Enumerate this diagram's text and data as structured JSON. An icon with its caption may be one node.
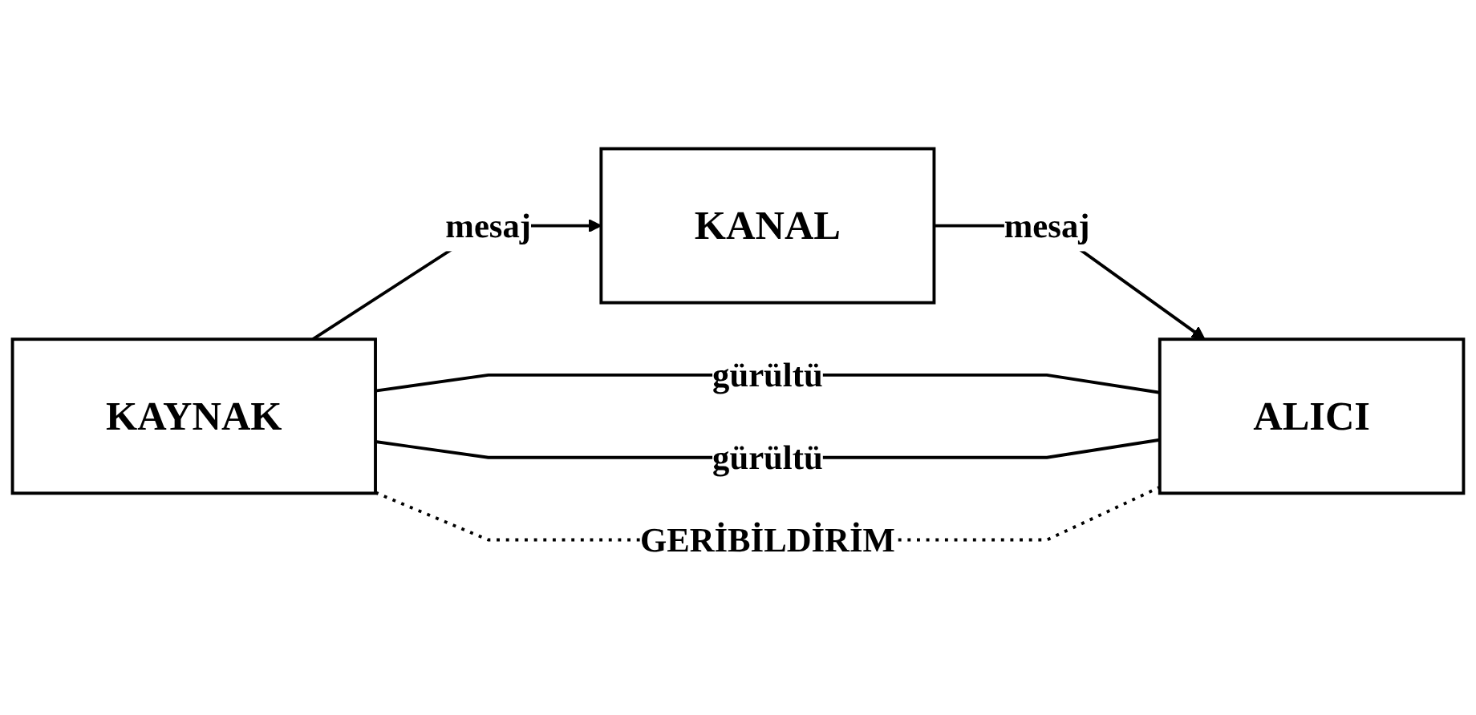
{
  "diagram": {
    "nodes": [
      {
        "text": [
          "KAYNAK"
        ]
      },
      {
        "text": [
          "KANAL"
        ]
      },
      {
        "text": [
          "ALICI"
        ]
      }
    ],
    "edges": [
      {
        "from": 0,
        "to": 1,
        "arrow": "to",
        "label": "mesaj"
      },
      {
        "from": 1,
        "to": 2,
        "arrow": "to",
        "label": "mesaj"
      },
      {
        "from": 0,
        "to": 2,
        "arrow": "none",
        "label": "gürültü"
      },
      {
        "from": 0,
        "to": 2,
        "arrow": "none",
        "label": "gürültü"
      },
      {
        "from": 0,
        "to": 2,
        "arrow": "none",
        "label": "GERİBİLDİRİM",
        "style": "dashed"
      }
    ]
  }
}
